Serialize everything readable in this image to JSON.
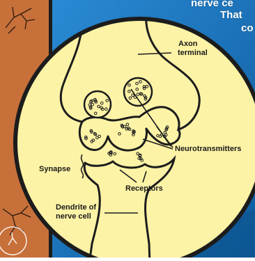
{
  "background": {
    "text_lines": [
      "nerve ce",
      "That",
      "co"
    ],
    "colors": {
      "left_panel": "#c8703a",
      "right_panel": "#1a78c2",
      "right_panel_dark": "#0f5c9e",
      "border": "#1c1c1c",
      "lens_fill": "#fdf3a6"
    }
  },
  "diagram": {
    "labels": {
      "axon_terminal": [
        "Axon",
        "terminal"
      ],
      "neurotransmitters": "Neurotransmitters",
      "synapse": "Synapse",
      "receptors": "Receptors",
      "dendrite": [
        "Dendrite of",
        "nerve cell"
      ]
    }
  }
}
